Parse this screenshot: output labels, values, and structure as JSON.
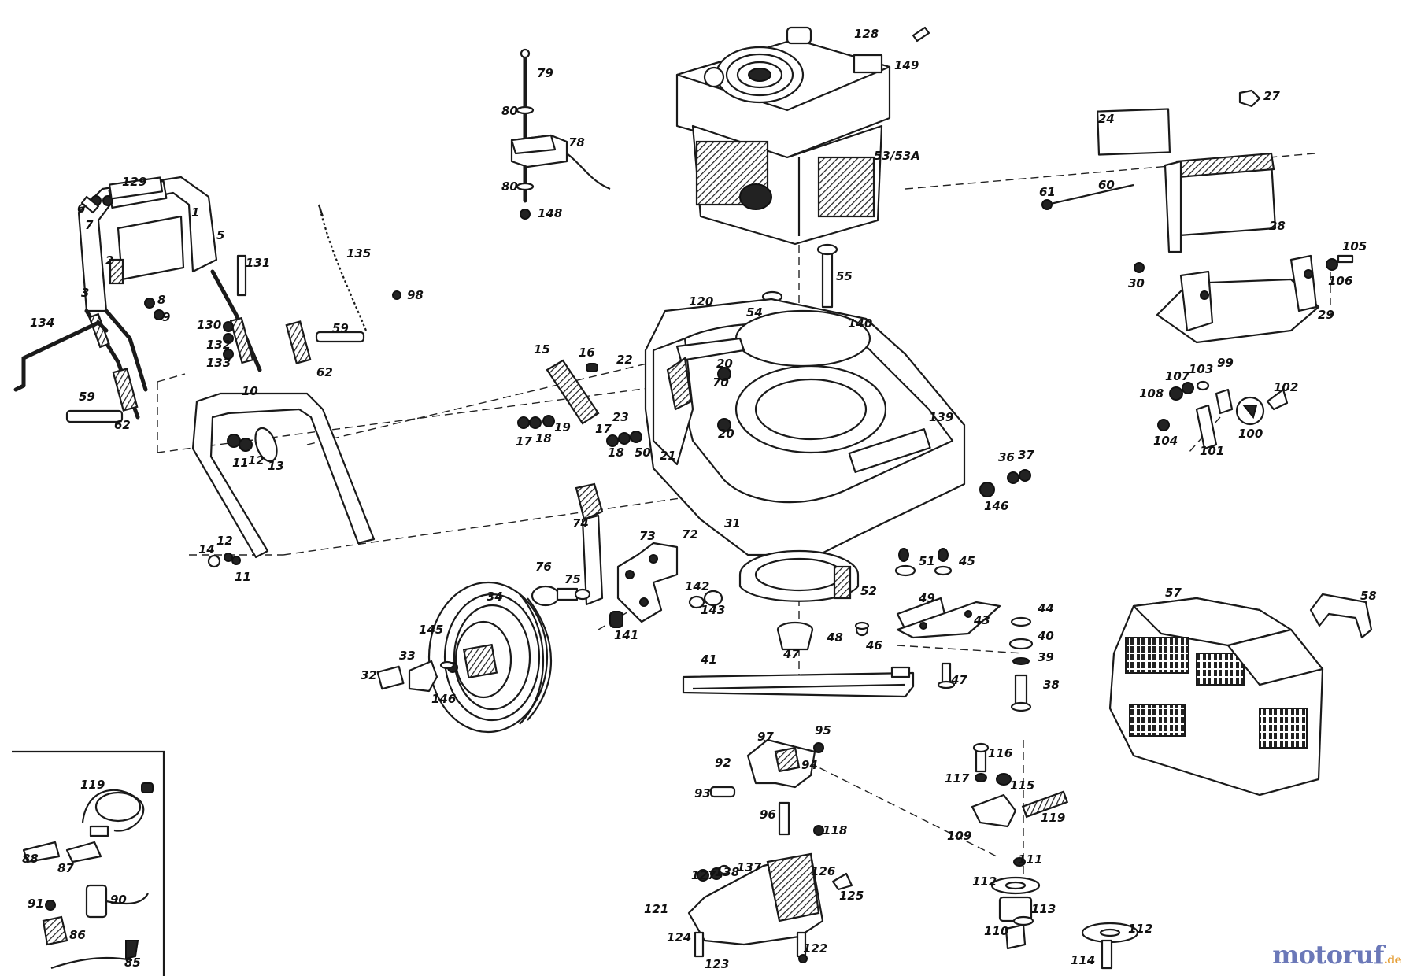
{
  "diagram": {
    "watermark": {
      "main": "motoruf",
      "suffix": ".de"
    },
    "labels": [
      {
        "id": "l1",
        "text": "1"
      },
      {
        "id": "l2",
        "text": "2"
      },
      {
        "id": "l3",
        "text": "3"
      },
      {
        "id": "l5",
        "text": "5"
      },
      {
        "id": "l6",
        "text": "6"
      },
      {
        "id": "l7",
        "text": "7"
      },
      {
        "id": "l8",
        "text": "8"
      },
      {
        "id": "l9",
        "text": "9"
      },
      {
        "id": "l129",
        "text": "129"
      },
      {
        "id": "l131",
        "text": "131"
      },
      {
        "id": "l130",
        "text": "130"
      },
      {
        "id": "l132",
        "text": "132"
      },
      {
        "id": "l133",
        "text": "133"
      },
      {
        "id": "l134",
        "text": "134"
      },
      {
        "id": "l59a",
        "text": "59"
      },
      {
        "id": "l62a",
        "text": "62"
      },
      {
        "id": "l59b",
        "text": "59"
      },
      {
        "id": "l62b",
        "text": "62"
      },
      {
        "id": "l135",
        "text": "135"
      },
      {
        "id": "l98",
        "text": "98"
      },
      {
        "id": "l10",
        "text": "10"
      },
      {
        "id": "l11a",
        "text": "11"
      },
      {
        "id": "l12a",
        "text": "12"
      },
      {
        "id": "l13",
        "text": "13"
      },
      {
        "id": "l14",
        "text": "14"
      },
      {
        "id": "l12b",
        "text": "12"
      },
      {
        "id": "l11b",
        "text": "11"
      },
      {
        "id": "l79",
        "text": "79"
      },
      {
        "id": "l80a",
        "text": "80"
      },
      {
        "id": "l78",
        "text": "78"
      },
      {
        "id": "l80b",
        "text": "80"
      },
      {
        "id": "l148",
        "text": "148"
      },
      {
        "id": "l128",
        "text": "128"
      },
      {
        "id": "l149",
        "text": "149"
      },
      {
        "id": "l53",
        "text": "53/53A"
      },
      {
        "id": "l55",
        "text": "55"
      },
      {
        "id": "l120",
        "text": "120"
      },
      {
        "id": "l54",
        "text": "54"
      },
      {
        "id": "l140",
        "text": "140"
      },
      {
        "id": "l15",
        "text": "15"
      },
      {
        "id": "l16",
        "text": "16"
      },
      {
        "id": "l22",
        "text": "22"
      },
      {
        "id": "l20a",
        "text": "20"
      },
      {
        "id": "l70",
        "text": "70"
      },
      {
        "id": "l23",
        "text": "23"
      },
      {
        "id": "l20b",
        "text": "20"
      },
      {
        "id": "l17a",
        "text": "17"
      },
      {
        "id": "l18a",
        "text": "18"
      },
      {
        "id": "l19a",
        "text": "19"
      },
      {
        "id": "l17b",
        "text": "17"
      },
      {
        "id": "l18b",
        "text": "18"
      },
      {
        "id": "l50",
        "text": "50"
      },
      {
        "id": "l21",
        "text": "21"
      },
      {
        "id": "l139",
        "text": "139"
      },
      {
        "id": "l31",
        "text": "31"
      },
      {
        "id": "l36",
        "text": "36"
      },
      {
        "id": "l37",
        "text": "37"
      },
      {
        "id": "l146a",
        "text": "146"
      },
      {
        "id": "l74",
        "text": "74"
      },
      {
        "id": "l72",
        "text": "72"
      },
      {
        "id": "l73",
        "text": "73"
      },
      {
        "id": "l76",
        "text": "76"
      },
      {
        "id": "l75",
        "text": "75"
      },
      {
        "id": "l142",
        "text": "142"
      },
      {
        "id": "l143",
        "text": "143"
      },
      {
        "id": "l34",
        "text": "34"
      },
      {
        "id": "l145",
        "text": "145"
      },
      {
        "id": "l141",
        "text": "141"
      },
      {
        "id": "l33",
        "text": "33"
      },
      {
        "id": "l32",
        "text": "32"
      },
      {
        "id": "l146b",
        "text": "146"
      },
      {
        "id": "l51",
        "text": "51"
      },
      {
        "id": "l45",
        "text": "45"
      },
      {
        "id": "l49",
        "text": "49"
      },
      {
        "id": "l52",
        "text": "52"
      },
      {
        "id": "l43",
        "text": "43"
      },
      {
        "id": "l44",
        "text": "44"
      },
      {
        "id": "l40",
        "text": "40"
      },
      {
        "id": "l39",
        "text": "39"
      },
      {
        "id": "l38",
        "text": "38"
      },
      {
        "id": "l47a",
        "text": "47"
      },
      {
        "id": "l48",
        "text": "48"
      },
      {
        "id": "l46",
        "text": "46"
      },
      {
        "id": "l41",
        "text": "41"
      },
      {
        "id": "l47b",
        "text": "47"
      },
      {
        "id": "l57",
        "text": "57"
      },
      {
        "id": "l58",
        "text": "58"
      },
      {
        "id": "l24",
        "text": "24"
      },
      {
        "id": "l27",
        "text": "27"
      },
      {
        "id": "l61",
        "text": "61"
      },
      {
        "id": "l60",
        "text": "60"
      },
      {
        "id": "l28",
        "text": "28"
      },
      {
        "id": "l30",
        "text": "30"
      },
      {
        "id": "l105",
        "text": "105"
      },
      {
        "id": "l106",
        "text": "106"
      },
      {
        "id": "l29",
        "text": "29"
      },
      {
        "id": "l107",
        "text": "107"
      },
      {
        "id": "l108",
        "text": "108"
      },
      {
        "id": "l103",
        "text": "103"
      },
      {
        "id": "l99",
        "text": "99"
      },
      {
        "id": "l102",
        "text": "102"
      },
      {
        "id": "l104",
        "text": "104"
      },
      {
        "id": "l101",
        "text": "101"
      },
      {
        "id": "l100",
        "text": "100"
      },
      {
        "id": "l97",
        "text": "97"
      },
      {
        "id": "l95",
        "text": "95"
      },
      {
        "id": "l92",
        "text": "92"
      },
      {
        "id": "l94",
        "text": "94"
      },
      {
        "id": "l93",
        "text": "93"
      },
      {
        "id": "l96",
        "text": "96"
      },
      {
        "id": "l118",
        "text": "118"
      },
      {
        "id": "l116",
        "text": "116"
      },
      {
        "id": "l117",
        "text": "117"
      },
      {
        "id": "l115",
        "text": "115"
      },
      {
        "id": "l119b",
        "text": "119"
      },
      {
        "id": "l109",
        "text": "109"
      },
      {
        "id": "l111",
        "text": "111"
      },
      {
        "id": "l112a",
        "text": "112"
      },
      {
        "id": "l113",
        "text": "113"
      },
      {
        "id": "l110",
        "text": "110"
      },
      {
        "id": "l112b",
        "text": "112"
      },
      {
        "id": "l114",
        "text": "114"
      },
      {
        "id": "l127",
        "text": "127"
      },
      {
        "id": "l138",
        "text": "138"
      },
      {
        "id": "l137",
        "text": "137"
      },
      {
        "id": "l126",
        "text": "126"
      },
      {
        "id": "l125",
        "text": "125"
      },
      {
        "id": "l121",
        "text": "121"
      },
      {
        "id": "l124",
        "text": "124"
      },
      {
        "id": "l123",
        "text": "123"
      },
      {
        "id": "l122",
        "text": "122"
      },
      {
        "id": "l119a",
        "text": "119"
      },
      {
        "id": "l88",
        "text": "88"
      },
      {
        "id": "l87",
        "text": "87"
      },
      {
        "id": "l91",
        "text": "91"
      },
      {
        "id": "l90",
        "text": "90"
      },
      {
        "id": "l86",
        "text": "86"
      },
      {
        "id": "l85",
        "text": "85"
      }
    ]
  }
}
